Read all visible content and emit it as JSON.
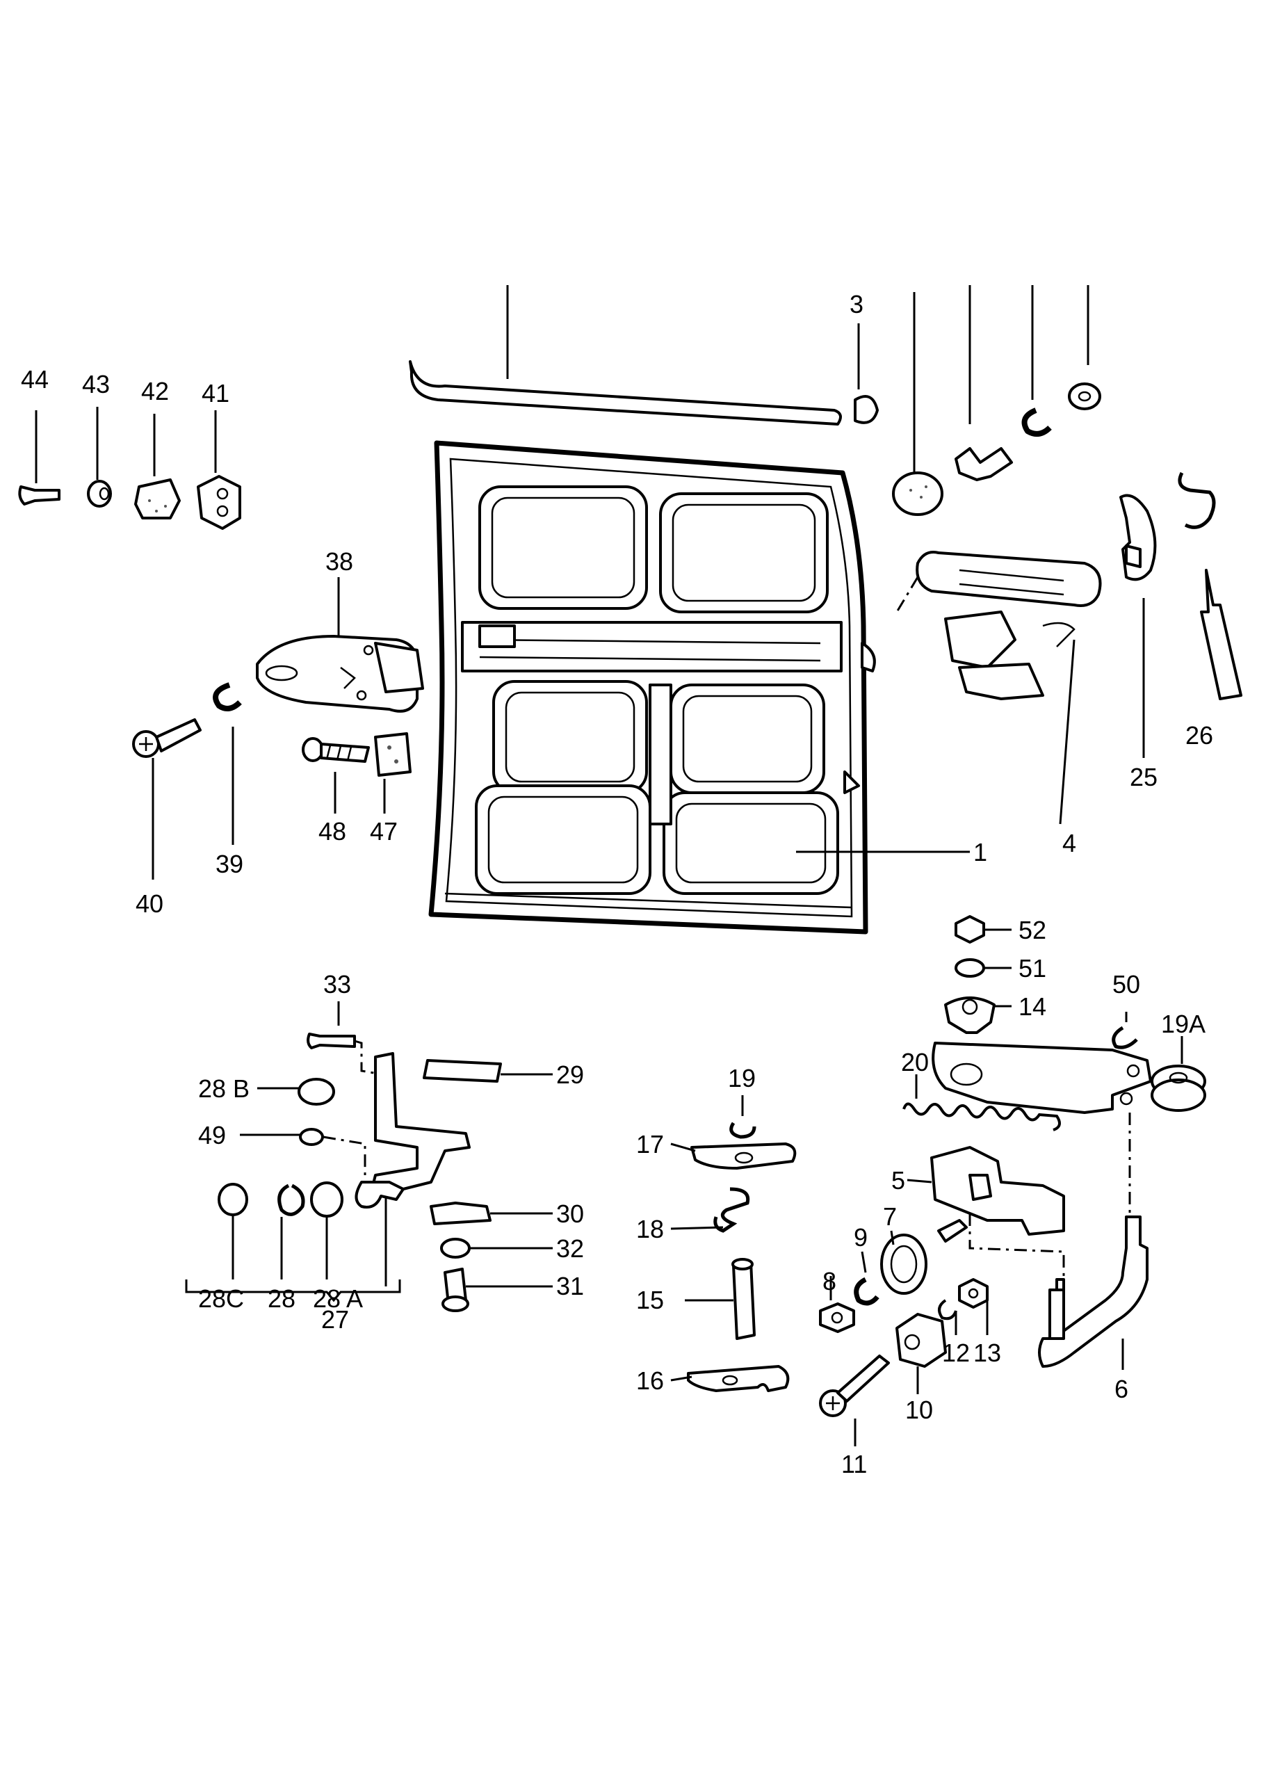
{
  "labels": {
    "p1": "1",
    "p3": "3",
    "p4": "4",
    "p5": "5",
    "p6": "6",
    "p7": "7",
    "p8": "8",
    "p9": "9",
    "p10": "10",
    "p11": "11",
    "p12": "12",
    "p13": "13",
    "p14": "14",
    "p15": "15",
    "p16": "16",
    "p17": "17",
    "p18": "18",
    "p19": "19",
    "p19A": "19A",
    "p20": "20",
    "p25": "25",
    "p26": "26",
    "p27": "27",
    "p28": "28",
    "p28A": "28 A",
    "p28B": "28 B",
    "p28C": "28C",
    "p29": "29",
    "p30": "30",
    "p31": "31",
    "p32": "32",
    "p33": "33",
    "p38": "38",
    "p39": "39",
    "p40": "40",
    "p41": "41",
    "p42": "42",
    "p43": "43",
    "p44": "44",
    "p47": "47",
    "p48": "48",
    "p49": "49",
    "p50": "50",
    "p51": "51",
    "p52": "52"
  }
}
